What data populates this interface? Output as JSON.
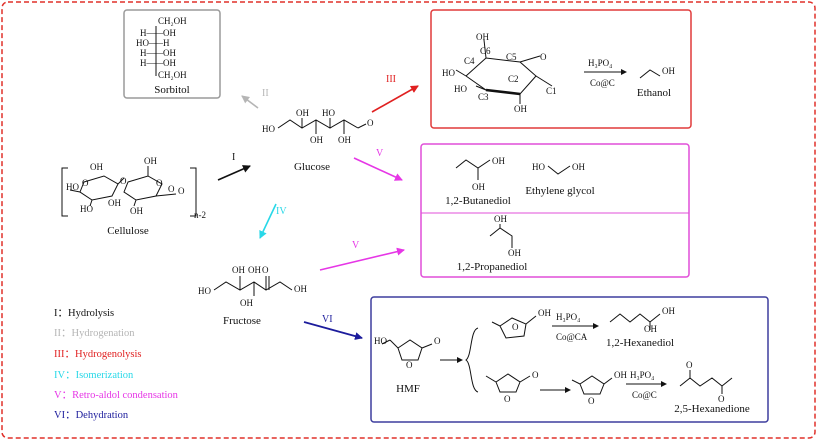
{
  "colors": {
    "frame": "#e0302a",
    "hydrolysis": "#111111",
    "hydrogenation": "#b5b5b5",
    "hydrogenolysis": "#e02020",
    "isomerization": "#28d8e8",
    "retro_aldol": "#e636e6",
    "dehydration": "#1c1c9c",
    "box_gray": "#9a9a9a",
    "box_red": "#e03a3a",
    "box_magenta": "#e04fd8",
    "box_blue": "#3d3d9d"
  },
  "compounds": {
    "sorbitol": {
      "name": "Sorbitol",
      "atoms": [
        "CH₂OH",
        "H—",
        "—OH",
        "HO—",
        "—H",
        "H—",
        "—OH",
        "H—",
        "—OH",
        "CH₂OH"
      ]
    },
    "glucose": {
      "name": "Glucose",
      "atoms": [
        "HO",
        "OH",
        "OH",
        "HO",
        "OH",
        "O"
      ]
    },
    "cellulose": {
      "name": "Cellulose",
      "atoms": [
        "OH",
        "HO",
        "O",
        "O",
        "HO",
        "OH",
        "O",
        "OH",
        "O",
        "OH",
        "O"
      ],
      "repeat": "n-2"
    },
    "fructose": {
      "name": "Fructose",
      "atoms": [
        "OH",
        "OH",
        "O",
        "HO",
        "OH",
        "OH"
      ]
    },
    "glucose_ring": {
      "atoms": [
        "OH",
        "C6",
        "C4",
        "C5",
        "O",
        "HO",
        "C2",
        "C1",
        "HO",
        "C3",
        "OH"
      ]
    },
    "ethanol": {
      "name": "Ethanol",
      "atoms": [
        "OH"
      ],
      "reagent_top": "H₃PO₄",
      "reagent_bottom": "Co@C"
    },
    "butanediol": {
      "name": "1,2-Butanediol",
      "atoms": [
        "OH",
        "OH"
      ]
    },
    "ethylene_glycol": {
      "name": "Ethylene glycol",
      "atoms": [
        "HO",
        "OH"
      ]
    },
    "propanediol": {
      "name": "1,2-Propanediol",
      "atoms": [
        "OH",
        "OH"
      ]
    },
    "hmf": {
      "name": "HMF",
      "atoms": [
        "HO",
        "O",
        "O"
      ]
    },
    "intermediate_thf": {
      "atoms": [
        "O",
        "OH"
      ]
    },
    "intermediate_methylfurfural": {
      "atoms": [
        "O",
        "O"
      ]
    },
    "intermediate_furanmethanol": {
      "atoms": [
        "O",
        "OH"
      ]
    },
    "hexanediol": {
      "name": "1,2-Hexanediol",
      "atoms": [
        "OH",
        "OH"
      ],
      "reagent_top": "H₃PO₄",
      "reagent_bottom": "Co@CA"
    },
    "hexanedione": {
      "name": "2,5-Hexanedione",
      "atoms": [
        "O",
        "O"
      ],
      "reagent_top": "H₃PO₄",
      "reagent_bottom": "Co@C"
    }
  },
  "arrows": {
    "I": "I",
    "II": "II",
    "III": "III",
    "IV": "IV",
    "V_top": "V",
    "V_bottom": "V",
    "VI": "VI"
  },
  "legend": [
    {
      "key": "hydrolysis",
      "text": "I：Hydrolysis"
    },
    {
      "key": "hydrogenation",
      "text": "II：Hydrogenation"
    },
    {
      "key": "hydrogenolysis",
      "text": "III：Hydrogenolysis"
    },
    {
      "key": "isomerization",
      "text": "IV：Isomerization"
    },
    {
      "key": "retro_aldol",
      "text": "V：Retro-aldol condensation"
    },
    {
      "key": "dehydration",
      "text": "VI：Dehydration"
    }
  ]
}
